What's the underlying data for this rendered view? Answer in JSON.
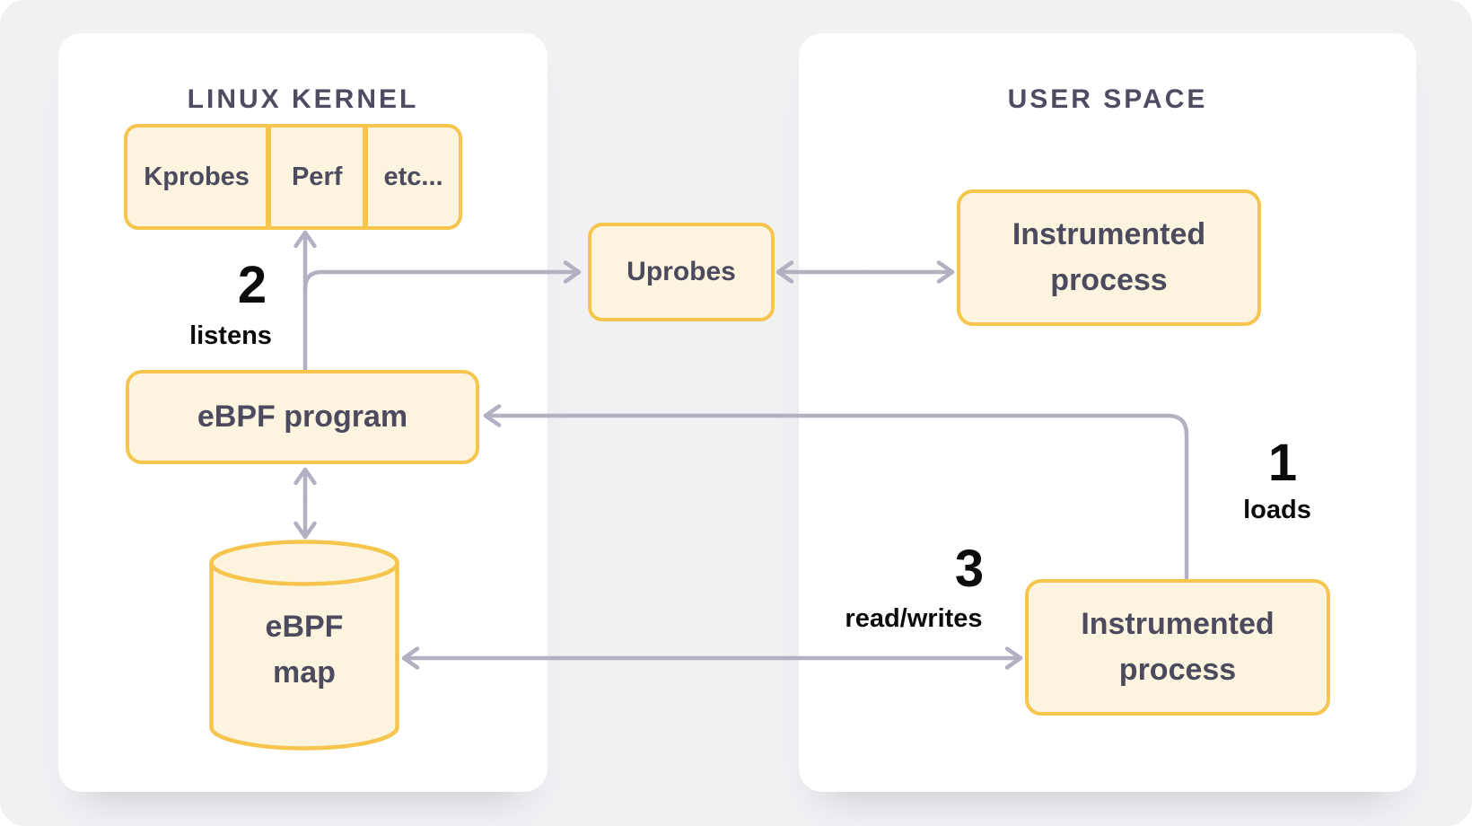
{
  "palette": {
    "background": "#f1f1f4",
    "panel": "#ffffff",
    "box_fill": "#fdf4df",
    "box_border": "#f6c54d",
    "box_text": "#4c4a5e",
    "title_text": "#4e4c62",
    "arrow": "#b2b0c1",
    "annotation_text": "#0b0b0c"
  },
  "kernel_panel": {
    "title": "LINUX KERNEL",
    "probe_row": [
      "Kprobes",
      "Perf",
      "etc..."
    ],
    "program": "eBPF program",
    "map": "eBPF map"
  },
  "user_panel": {
    "title": "USER SPACE",
    "top_process": "Instrumented process",
    "bottom_process": "Instrumented process"
  },
  "bridge": {
    "uprobes": "Uprobes"
  },
  "steps": {
    "loads": {
      "number": "1",
      "label": "loads"
    },
    "listens": {
      "number": "2",
      "label": "listens"
    },
    "read_writes": {
      "number": "3",
      "label": "read/writes"
    }
  }
}
